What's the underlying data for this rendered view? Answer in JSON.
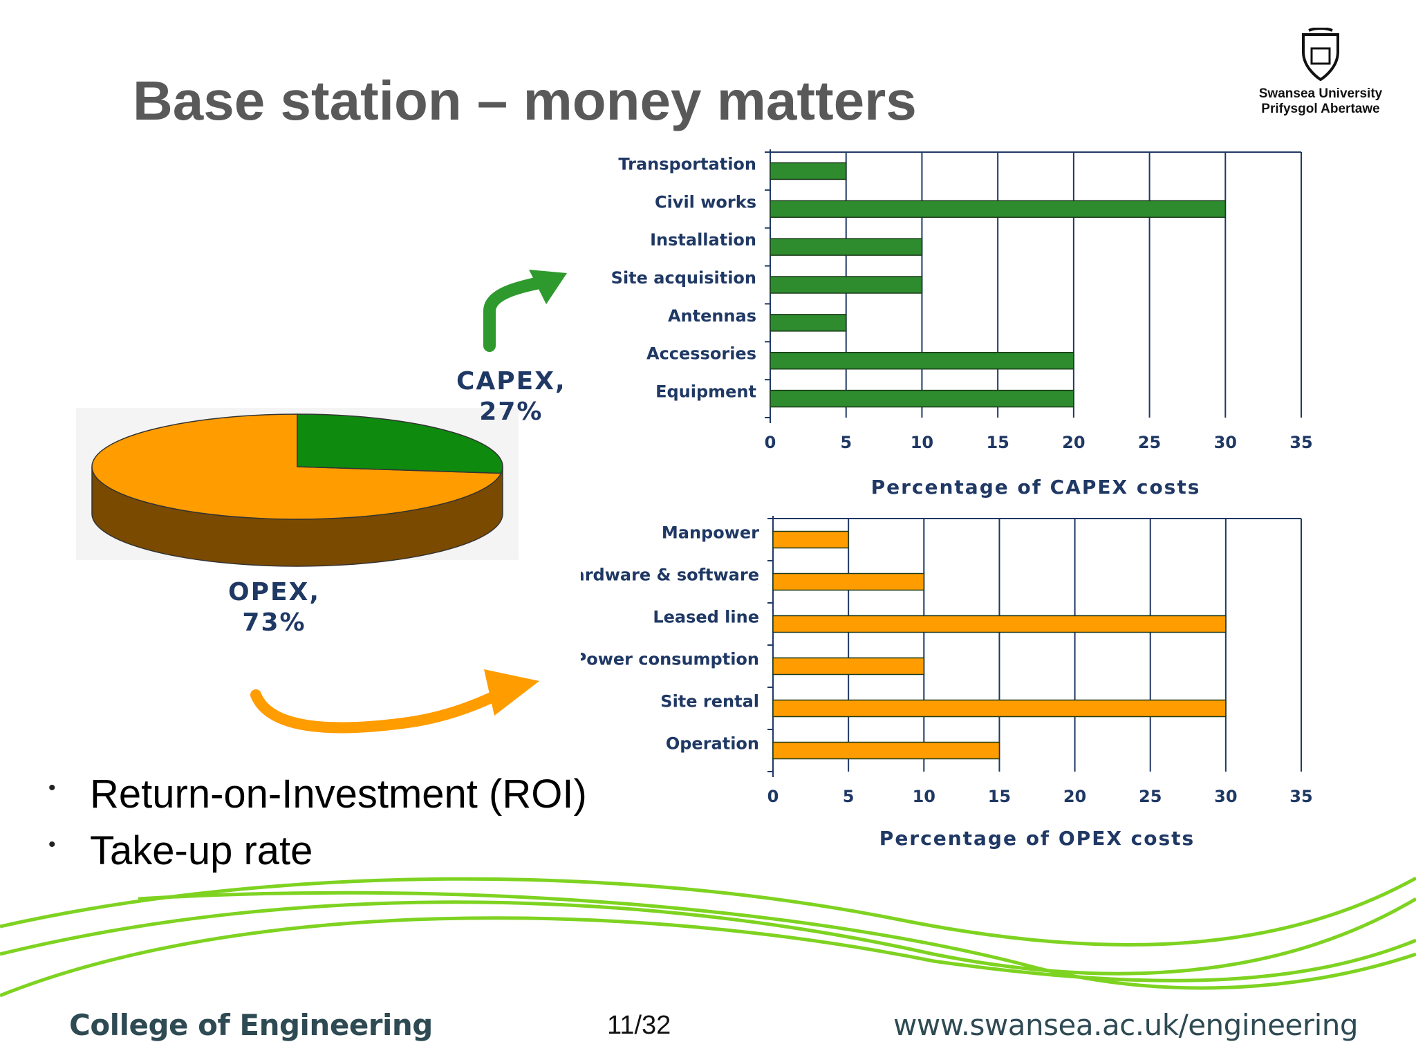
{
  "slide": {
    "title": "Base station – money matters",
    "page_number": "11/32",
    "footer_left": "College of Engineering",
    "footer_right": "www.swansea.ac.uk/engineering"
  },
  "logo": {
    "line1": "Swansea University",
    "line2": "Prifysgol Abertawe",
    "icon": "university-crest-icon"
  },
  "bullets": [
    "Return-on-Investment (ROI)",
    "Take-up rate"
  ],
  "colors": {
    "capex_green": "#2e8b2e",
    "opex_orange": "#ff9c00",
    "pie_side_brown": "#7a4a00",
    "label_navy": "#1f3864",
    "wave_green": "#7ed321"
  },
  "chart_data": [
    {
      "type": "pie",
      "slices": [
        {
          "name": "CAPEX",
          "label": "CAPEX,",
          "pct_label": "27%",
          "value": 27,
          "color": "#0e8a0e"
        },
        {
          "name": "OPEX",
          "label": "OPEX,",
          "pct_label": "73%",
          "value": 73,
          "color": "#ff9c00"
        }
      ]
    },
    {
      "type": "bar",
      "orientation": "horizontal",
      "categories": [
        "Transportation",
        "Civil works",
        "Installation",
        "Site acquisition",
        "Antennas",
        "Accessories",
        "Equipment"
      ],
      "values": [
        5,
        30,
        10,
        10,
        5,
        20,
        20
      ],
      "xlabel": "Percentage of CAPEX costs",
      "xlim": [
        0,
        35
      ],
      "xticks": [
        "0",
        "5",
        "10",
        "15",
        "20",
        "25",
        "30",
        "35"
      ],
      "color": "#2e8b2e",
      "grid": true
    },
    {
      "type": "bar",
      "orientation": "horizontal",
      "categories": [
        "Manpower",
        "Hardware & software",
        "Leased line",
        "Power consumption",
        "Site rental",
        "Operation"
      ],
      "values": [
        5,
        10,
        30,
        10,
        30,
        15
      ],
      "xlabel": "Percentage of OPEX costs",
      "xlim": [
        0,
        35
      ],
      "xticks": [
        "0",
        "5",
        "10",
        "15",
        "20",
        "25",
        "30",
        "35"
      ],
      "color": "#ff9c00",
      "grid": true
    }
  ]
}
